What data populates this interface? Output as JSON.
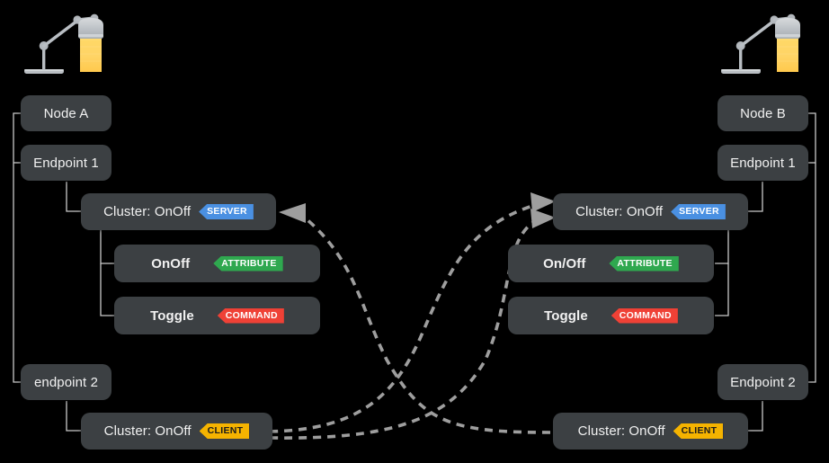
{
  "diagram": {
    "title": "Matter OnOff cluster binding between two nodes",
    "background": "#000000",
    "box_color": "#3c4043",
    "connector_color": "#b8b8b8",
    "link_color": "#9e9e9e"
  },
  "badges": {
    "server": {
      "label": "SERVER",
      "color": "#4a90e2",
      "text_color": "#ffffff"
    },
    "attribute": {
      "label": "ATTRIBUTE",
      "color": "#2fa84f",
      "text_color": "#ffffff"
    },
    "command": {
      "label": "COMMAND",
      "color": "#ef4136",
      "text_color": "#ffffff"
    },
    "client": {
      "label": "CLIENT",
      "color": "#f5b300",
      "text_color": "#1a1a1a"
    }
  },
  "left": {
    "device_icon": "desk-lamp-icon",
    "node": {
      "label": "Node A"
    },
    "endpoint1": {
      "label": "Endpoint 1"
    },
    "endpoint2": {
      "label": "endpoint 2"
    },
    "server_cluster": {
      "label": "Cluster: OnOff",
      "badge": "SERVER"
    },
    "attribute": {
      "label": "OnOff",
      "badge": "ATTRIBUTE"
    },
    "command": {
      "label": "Toggle",
      "badge": "COMMAND"
    },
    "client_cluster": {
      "label": "Cluster: OnOff",
      "badge": "CLIENT"
    }
  },
  "right": {
    "device_icon": "desk-lamp-icon",
    "node": {
      "label": "Node B"
    },
    "endpoint1": {
      "label": "Endpoint 1"
    },
    "endpoint2": {
      "label": "Endpoint 2"
    },
    "server_cluster": {
      "label": "Cluster: OnOff",
      "badge": "SERVER"
    },
    "attribute": {
      "label": "On/Off",
      "badge": "ATTRIBUTE"
    },
    "command": {
      "label": "Toggle",
      "badge": "COMMAND"
    },
    "client_cluster": {
      "label": "Cluster: OnOff",
      "badge": "CLIENT"
    }
  },
  "bindings": [
    {
      "name": "right-client-to-left-server",
      "from": "right.client_cluster",
      "to": "left.server_cluster",
      "style": "dashed",
      "arrow": "end"
    },
    {
      "name": "left-client-to-right-server",
      "from": "left.client_cluster",
      "to": "right.server_cluster",
      "style": "dashed",
      "arrow": "end"
    },
    {
      "name": "left-client-to-right-server-secondary",
      "from": "left.client_cluster",
      "to": "right.server_cluster",
      "style": "dashed",
      "arrow": "end"
    }
  ]
}
